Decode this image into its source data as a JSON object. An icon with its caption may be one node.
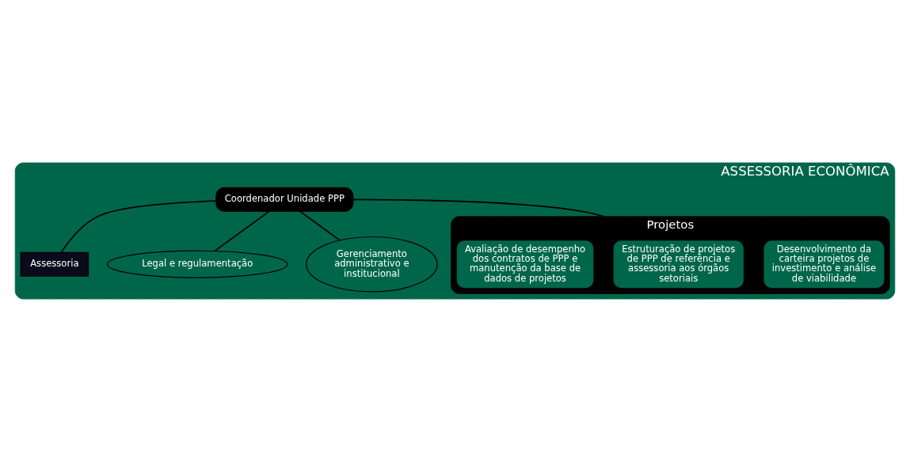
{
  "diagram": {
    "nodes": [
      {
        "text": [
          "ASSESSORIA ECONÔMICA"
        ]
      },
      {
        "text": [
          "Coordenador Unidade PPP"
        ],
        "in": 0
      },
      {
        "text": [
          "Assessoria"
        ],
        "in": 0
      },
      {
        "text": [
          "Legal e regulamentação"
        ],
        "in": 0
      },
      {
        "text": [
          "Gerenciamento administrativo e institucional"
        ],
        "in": 0
      },
      {
        "text": [
          "Projetos"
        ],
        "in": 0
      },
      {
        "text": [
          "Desenvolvimento da carteira projetos de investimento e análise de viabilidade"
        ],
        "in": 5
      },
      {
        "text": [
          "Estruturação de projetos de PPP de referência e assessoria aos órgãos setoriais"
        ],
        "in": 5
      },
      {
        "text": [
          "Avaliação de desempenho dos contratos de PPP e manutenção da base de dados de projetos"
        ],
        "in": 5
      }
    ],
    "edges": [
      {
        "from": 1,
        "to": 2,
        "arrow": "none"
      },
      {
        "from": 1,
        "to": 3,
        "arrow": "none"
      },
      {
        "from": 1,
        "to": 4,
        "arrow": "none"
      },
      {
        "from": 1,
        "to": 5,
        "arrow": "none"
      }
    ]
  }
}
